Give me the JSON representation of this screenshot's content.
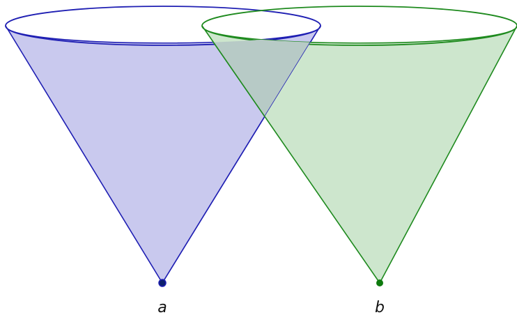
{
  "diagram": {
    "cones": [
      {
        "id": "a",
        "label": "a",
        "stroke": "#1f1fb3",
        "fill": "#c9c9ee",
        "vertex_color": "#0d1f6e"
      },
      {
        "id": "b",
        "label": "b",
        "stroke": "#1e8a1e",
        "fill": "#cde6cd",
        "vertex_color": "#0e7a0e"
      }
    ],
    "overlap_fill": "#b7cac6",
    "label_color": "#111111"
  }
}
